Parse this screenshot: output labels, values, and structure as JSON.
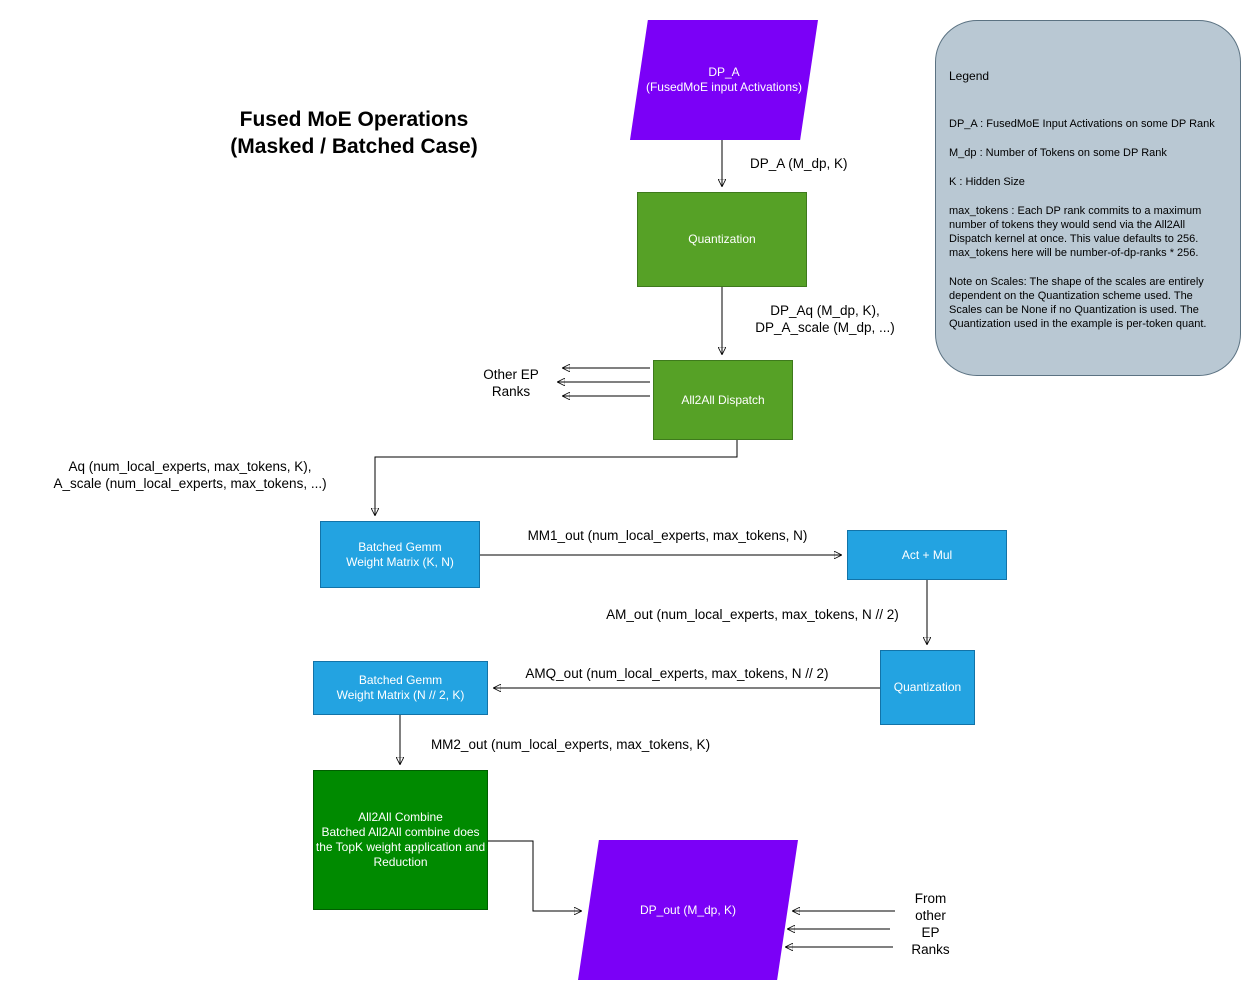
{
  "title": "Fused MoE Operations\n(Masked / Batched Case)",
  "nodes": {
    "dp_a": {
      "label": "DP_A\n(FusedMoE input Activations)"
    },
    "quantization_1": {
      "label": "Quantization"
    },
    "all2all_dispatch": {
      "label": "All2All Dispatch"
    },
    "batched_gemm_1": {
      "label": "Batched Gemm\nWeight Matrix (K, N)"
    },
    "act_mul": {
      "label": "Act + Mul"
    },
    "quantization_2": {
      "label": "Quantization"
    },
    "batched_gemm_2": {
      "label": "Batched Gemm\nWeight Matrix (N // 2, K)"
    },
    "all2all_combine": {
      "label": "All2All Combine\nBatched All2All combine does\nthe TopK weight application and\nReduction"
    },
    "dp_out": {
      "label": "DP_out (M_dp, K)"
    }
  },
  "labels": {
    "dp_a_out": "DP_A (M_dp, K)",
    "quant_out": "DP_Aq (M_dp, K),\nDP_A_scale (M_dp, ...)",
    "other_ep_ranks": "Other EP\nRanks",
    "dispatch_out": "Aq (num_local_experts, max_tokens, K),\nA_scale (num_local_experts, max_tokens, ...)",
    "mm1_out": "MM1_out (num_local_experts, max_tokens, N)",
    "am_out": "AM_out (num_local_experts, max_tokens, N // 2)",
    "amq_out": "AMQ_out (num_local_experts, max_tokens, N // 2)",
    "mm2_out": "MM2_out (num_local_experts, max_tokens, K)",
    "from_other_ep_ranks": "From\nother\nEP\nRanks"
  },
  "legend": {
    "title": "Legend",
    "items": [
      "DP_A : FusedMoE Input Activations on some DP Rank",
      "M_dp : Number of Tokens on some DP Rank",
      "K : Hidden Size",
      "max_tokens : Each DP rank commits to a maximum number of tokens they would send via the All2All Dispatch kernel at once. This value defaults to 256. max_tokens here will be number-of-dp-ranks * 256.",
      "Note on Scales: The shape of the scales are entirely dependent on the Quantization scheme used. The Scales can be None if no Quantization is used. The Quantization used in the example is per-token quant."
    ]
  },
  "colors": {
    "activation_purple": "#7b00f7",
    "kernel_green": "#56a126",
    "combine_green": "#008a00",
    "compute_blue": "#23a3e1",
    "legend_bg": "#b9c8d3"
  }
}
